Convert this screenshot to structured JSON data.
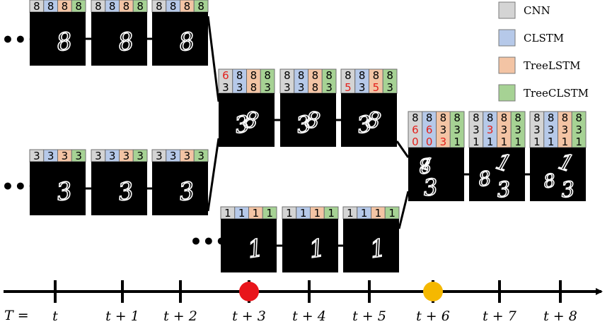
{
  "colors": {
    "cnn": "#d4d4d4",
    "clstm": "#b6c9e9",
    "treelstm": "#f3c4a4",
    "treeclstm": "#a6d294",
    "error_digit": "#e3201b",
    "event_red": "#e8151b",
    "event_yellow": "#f5b800",
    "digit_box": "#000000"
  },
  "legend": [
    {
      "label": "CNN",
      "color_key": "cnn"
    },
    {
      "label": "CLSTM",
      "color_key": "clstm"
    },
    {
      "label": "TreeLSTM",
      "color_key": "treelstm"
    },
    {
      "label": "TreeCLSTM",
      "color_key": "treeclstm"
    }
  ],
  "timeline": {
    "prefix": "T =",
    "ticks": [
      "t",
      "t + 1",
      "t + 2",
      "t + 3",
      "t + 4",
      "t + 5",
      "t + 6",
      "t + 7",
      "t + 8"
    ],
    "event_markers": [
      {
        "at": "t + 3",
        "color_key": "event_red"
      },
      {
        "at": "t + 6",
        "color_key": "event_yellow"
      }
    ]
  },
  "ellipsis": "•••",
  "frames": [
    {
      "id": "r1-t0",
      "image_digits": [
        "8"
      ],
      "predictions": [
        [
          "8"
        ],
        [
          "8"
        ],
        [
          "8"
        ],
        [
          "8"
        ]
      ],
      "errors": []
    },
    {
      "id": "r1-t1",
      "image_digits": [
        "8"
      ],
      "predictions": [
        [
          "8"
        ],
        [
          "8"
        ],
        [
          "8"
        ],
        [
          "8"
        ]
      ],
      "errors": []
    },
    {
      "id": "r1-t2",
      "image_digits": [
        "8"
      ],
      "predictions": [
        [
          "8"
        ],
        [
          "8"
        ],
        [
          "8"
        ],
        [
          "8"
        ]
      ],
      "errors": []
    },
    {
      "id": "r2-t0",
      "image_digits": [
        "3"
      ],
      "predictions": [
        [
          "3"
        ],
        [
          "3"
        ],
        [
          "3"
        ],
        [
          "3"
        ]
      ],
      "errors": []
    },
    {
      "id": "r2-t1",
      "image_digits": [
        "3"
      ],
      "predictions": [
        [
          "3"
        ],
        [
          "3"
        ],
        [
          "3"
        ],
        [
          "3"
        ]
      ],
      "errors": []
    },
    {
      "id": "r2-t2",
      "image_digits": [
        "3"
      ],
      "predictions": [
        [
          "3"
        ],
        [
          "3"
        ],
        [
          "3"
        ],
        [
          "3"
        ]
      ],
      "errors": []
    },
    {
      "id": "m-t3",
      "image_digits": [
        "3",
        "8"
      ],
      "predictions": [
        [
          "6",
          "3"
        ],
        [
          "8",
          "3"
        ],
        [
          "8",
          "8"
        ],
        [
          "8",
          "3"
        ]
      ],
      "errors": [
        [
          0,
          0
        ]
      ]
    },
    {
      "id": "m-t4",
      "image_digits": [
        "3",
        "8"
      ],
      "predictions": [
        [
          "8",
          "3"
        ],
        [
          "8",
          "3"
        ],
        [
          "8",
          "8"
        ],
        [
          "8",
          "3"
        ]
      ],
      "errors": []
    },
    {
      "id": "m-t5",
      "image_digits": [
        "3",
        "8"
      ],
      "predictions": [
        [
          "8",
          "5"
        ],
        [
          "8",
          "3"
        ],
        [
          "8",
          "5"
        ],
        [
          "8",
          "3"
        ]
      ],
      "errors": [
        [
          0,
          1
        ],
        [
          2,
          1
        ]
      ]
    },
    {
      "id": "one-t3",
      "image_digits": [
        "1"
      ],
      "predictions": [
        [
          "1"
        ],
        [
          "1"
        ],
        [
          "1"
        ],
        [
          "1"
        ]
      ],
      "errors": []
    },
    {
      "id": "one-t4",
      "image_digits": [
        "1"
      ],
      "predictions": [
        [
          "1"
        ],
        [
          "1"
        ],
        [
          "1"
        ],
        [
          "1"
        ]
      ],
      "errors": []
    },
    {
      "id": "one-t5",
      "image_digits": [
        "1"
      ],
      "predictions": [
        [
          "1"
        ],
        [
          "1"
        ],
        [
          "1"
        ],
        [
          "1"
        ]
      ],
      "errors": []
    },
    {
      "id": "f-t6",
      "image_digits": [
        "8",
        "1",
        "3"
      ],
      "predictions": [
        [
          "8",
          "6",
          "0"
        ],
        [
          "8",
          "6",
          "0"
        ],
        [
          "8",
          "3",
          "3"
        ],
        [
          "8",
          "3",
          "1"
        ]
      ],
      "errors": [
        [
          0,
          1
        ],
        [
          0,
          2
        ],
        [
          1,
          1
        ],
        [
          1,
          2
        ],
        [
          2,
          2
        ]
      ]
    },
    {
      "id": "f-t7",
      "image_digits": [
        "1",
        "8",
        "3"
      ],
      "predictions": [
        [
          "8",
          "3",
          "1"
        ],
        [
          "8",
          "3",
          "1"
        ],
        [
          "8",
          "3",
          "1"
        ],
        [
          "8",
          "3",
          "1"
        ]
      ],
      "errors": [
        [
          1,
          1
        ]
      ]
    },
    {
      "id": "f-t8",
      "image_digits": [
        "1",
        "8",
        "3"
      ],
      "predictions": [
        [
          "8",
          "3",
          "1"
        ],
        [
          "8",
          "3",
          "1"
        ],
        [
          "8",
          "3",
          "1"
        ],
        [
          "8",
          "3",
          "1"
        ]
      ],
      "errors": []
    }
  ]
}
